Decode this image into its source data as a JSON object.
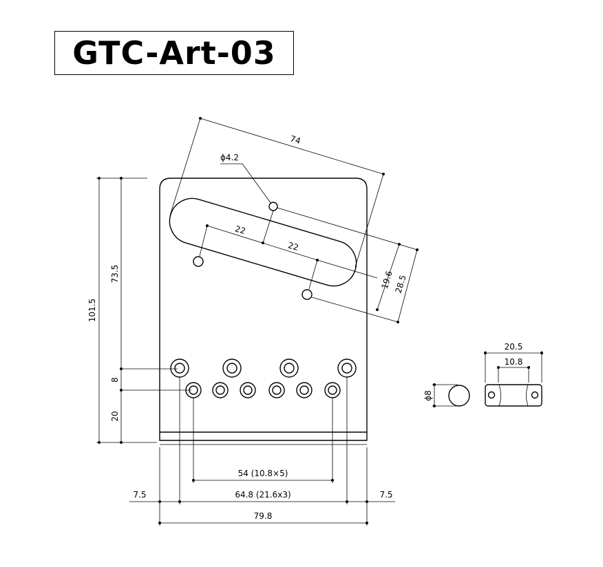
{
  "title": "GTC-Art-03",
  "dimensions": {
    "slot_length": "74",
    "hole_diameter": "ϕ4.2",
    "pitch_1": "22",
    "pitch_2": "22",
    "offset_1": "19.6",
    "offset_2": "28.5",
    "overall_height": "101.5",
    "upper_height": "73.5",
    "row_gap": "8",
    "lower_height": "20",
    "inner_spacing": "54 (10.8×5)",
    "outer_spacing": "64.8 (21.6x3)",
    "edge_left": "7.5",
    "edge_right": "7.5",
    "overall_width": "79.8",
    "saddle_width": "20.5",
    "saddle_inner": "10.8",
    "saddle_diameter": "ϕ8"
  }
}
